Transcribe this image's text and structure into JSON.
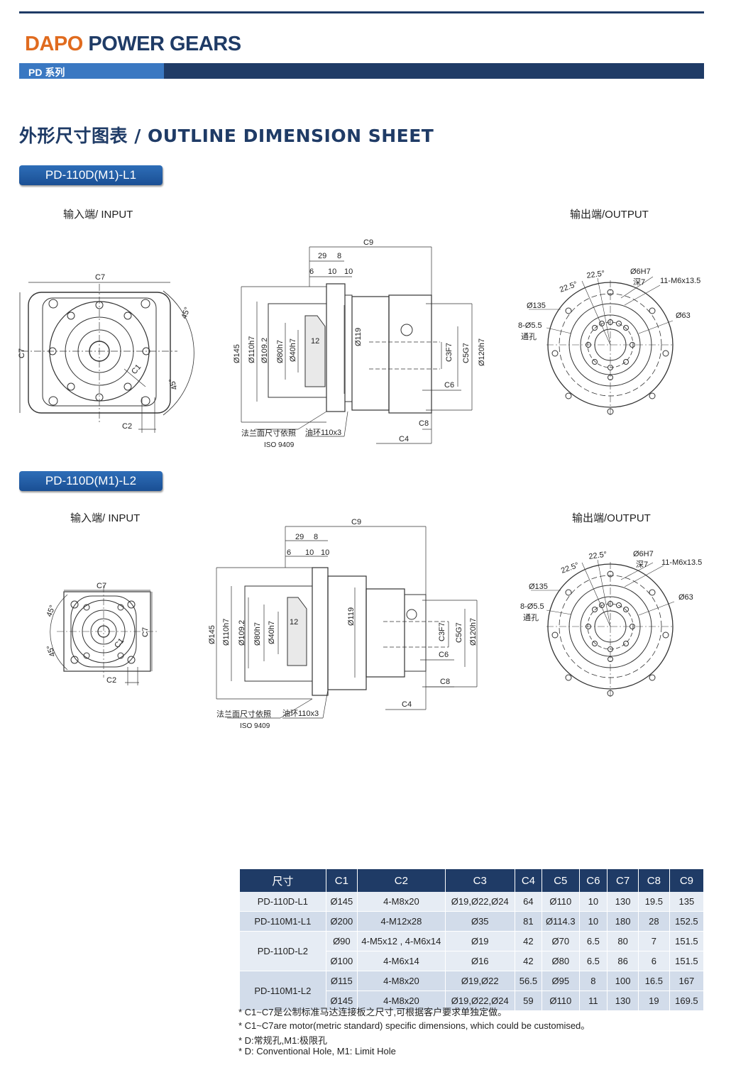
{
  "header": {
    "brand_part1": "DAPO",
    "brand_part2": " POWER GEARS",
    "series": "PD 系列",
    "colors": {
      "navy": "#1f3b66",
      "orange": "#e06b1f",
      "blue": "#3a78c2"
    }
  },
  "section_title": "外形尺寸图表 / OUTLINE DIMENSION SHEET",
  "drawings": [
    {
      "model": "PD-110D(M1)-L1",
      "input_label": "输入端/ INPUT",
      "output_label": "输出端/OUTPUT"
    },
    {
      "model": "PD-110D(M1)-L2",
      "input_label": "输入端/ INPUT",
      "output_label": "输出端/OUTPUT"
    }
  ],
  "labels": {
    "c1": "C1",
    "c2": "C2",
    "c4": "C4",
    "c6": "C6",
    "c7": "C7",
    "c8": "C8",
    "c9": "C9",
    "c3": "C3F7",
    "c5": "C5G7",
    "deg45": "45°",
    "deg225": "22.5°",
    "d145": "Ø145",
    "d110": "Ø110h7",
    "d1092": "Ø109.2",
    "d80": "Ø80h7",
    "d40": "Ø40h7",
    "d119": "Ø119",
    "d120": "Ø120h7",
    "n29": "29",
    "n8": "8",
    "n6": "6",
    "n10a": "10",
    "n10b": "10",
    "n12": "12",
    "flange_note": "法兰面尺寸依照",
    "iso": "ISO 9409",
    "oil_ring": "油环110x3",
    "out_d135": "Ø135",
    "out_holes": "8-Ø5.5",
    "out_through": "通孔",
    "out_pin": "Ø6H7",
    "out_depth": "深7",
    "out_tap": "11-M6x13.5",
    "out_d63": "Ø63"
  },
  "table": {
    "headers": [
      "尺寸",
      "C1",
      "C2",
      "C3",
      "C4",
      "C5",
      "C6",
      "C7",
      "C8",
      "C9"
    ],
    "rows": [
      {
        "model": "PD-110D-L1",
        "cells": [
          "Ø145",
          "4-M8x20",
          "Ø19,Ø22,Ø24",
          "64",
          "Ø110",
          "10",
          "130",
          "19.5",
          "135"
        ]
      },
      {
        "model": "PD-110M1-L1",
        "cells": [
          "Ø200",
          "4-M12x28",
          "Ø35",
          "81",
          "Ø114.3",
          "10",
          "180",
          "28",
          "152.5"
        ]
      },
      {
        "model": "PD-110D-L2",
        "cells": [
          "Ø90",
          "4-M5x12 , 4-M6x14",
          "Ø19",
          "42",
          "Ø70",
          "6.5",
          "80",
          "7",
          "151.5"
        ]
      },
      {
        "model": "",
        "cells": [
          "Ø100",
          "4-M6x14",
          "Ø16",
          "42",
          "Ø80",
          "6.5",
          "86",
          "6",
          "151.5"
        ]
      },
      {
        "model": "PD-110M1-L2",
        "cells": [
          "Ø115",
          "4-M8x20",
          "Ø19,Ø22",
          "56.5",
          "Ø95",
          "8",
          "100",
          "16.5",
          "167"
        ]
      },
      {
        "model": "",
        "cells": [
          "Ø145",
          "4-M8x20",
          "Ø19,Ø22,Ø24",
          "59",
          "Ø110",
          "11",
          "130",
          "19",
          "169.5"
        ]
      }
    ]
  },
  "notes": [
    "* C1~C7是公制标准马达连接板之尺寸,可根据客户要求单独定做。",
    "* C1~C7are motor(metric standard)  specific dimensions, which could be customised。",
    "* D:常规孔,M1:极限孔",
    "* D: Conventional Hole, M1: Limit Hole"
  ]
}
